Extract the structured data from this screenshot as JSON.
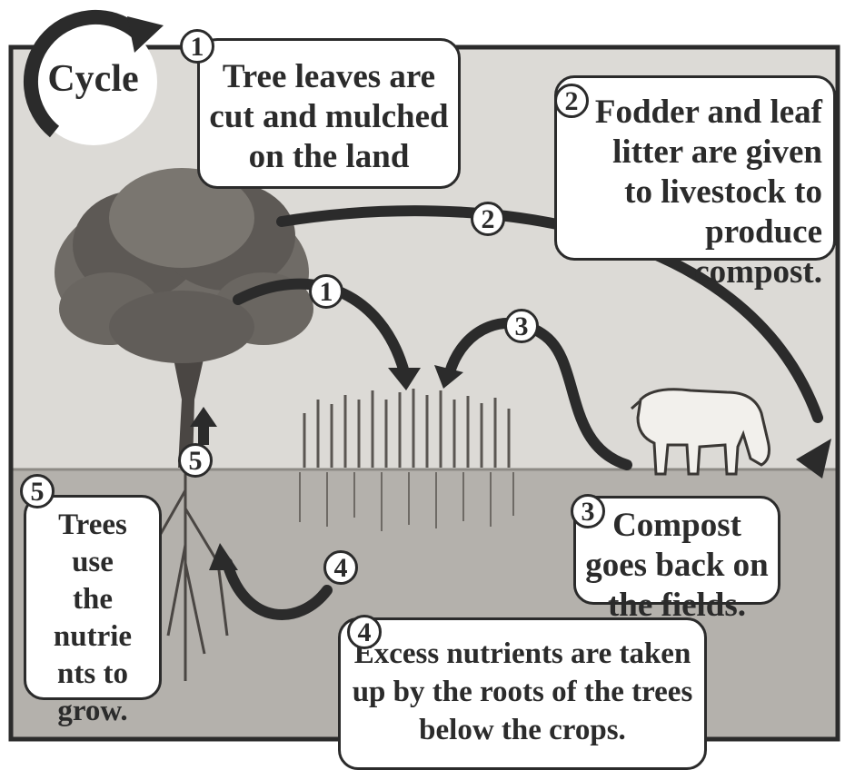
{
  "title": "Cycle",
  "colors": {
    "sky": "#dcdad6",
    "soil": "#b4b1ac",
    "frame": "#2b2b2b",
    "arrow": "#2b2b2b",
    "callout_bg": "#ffffff"
  },
  "diagram_numbers": [
    "1",
    "2",
    "3",
    "4",
    "5"
  ],
  "steps": [
    {
      "number": "1",
      "text": "Tree leaves are cut and mulched on the land"
    },
    {
      "number": "2",
      "text": "Fodder and leaf litter are given to livestock to produce compost."
    },
    {
      "number": "3",
      "text": "Compost goes back on the fields."
    },
    {
      "number": "4",
      "text": "Excess nutrients are taken up by the roots of the trees below the crops."
    },
    {
      "number": "5",
      "text": "Trees use the nutrients to grow."
    }
  ]
}
